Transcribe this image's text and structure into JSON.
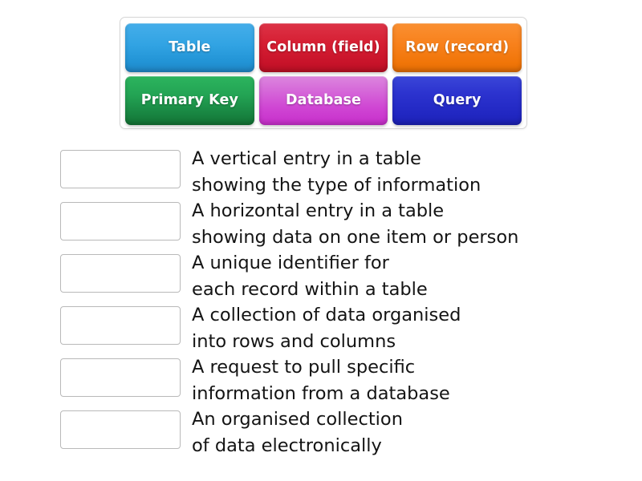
{
  "activity": {
    "type": "drag-and-drop-matching",
    "subject": "Database terminology"
  },
  "tile_bank": {
    "rows": [
      [
        {
          "label": "Table",
          "color": "#2294d6",
          "name": "tile-table"
        },
        {
          "label": "Column\n(field)",
          "color": "#c8132a",
          "name": "tile-column-field"
        },
        {
          "label": "Row (record)",
          "color": "#f07508",
          "name": "tile-row-record"
        }
      ],
      [
        {
          "label": "Primary Key",
          "color": "#17813f",
          "name": "tile-primary-key"
        },
        {
          "label": "Database",
          "color": "#cf44d3",
          "name": "tile-database"
        },
        {
          "label": "Query",
          "color": "#2127c2",
          "name": "tile-query"
        }
      ]
    ]
  },
  "answers": {
    "items": [
      {
        "drop_value": "",
        "definition": "A vertical entry in a table\nshowing the type of information"
      },
      {
        "drop_value": "",
        "definition": "A horizontal entry in a table\nshowing data on one item or person"
      },
      {
        "drop_value": "",
        "definition": "A unique identifier for\neach record within a table"
      },
      {
        "drop_value": "",
        "definition": "A collection of data organised\ninto rows and columns"
      },
      {
        "drop_value": "",
        "definition": "A request to pull specific\ninformation from a database"
      },
      {
        "drop_value": "",
        "definition": "An organised collection\nof data electronically"
      }
    ]
  },
  "colors": {
    "page_background": "#ffffff",
    "bank_border": "#d6d6d6",
    "drop_border": "#b9b9b9",
    "text": "#141414"
  }
}
